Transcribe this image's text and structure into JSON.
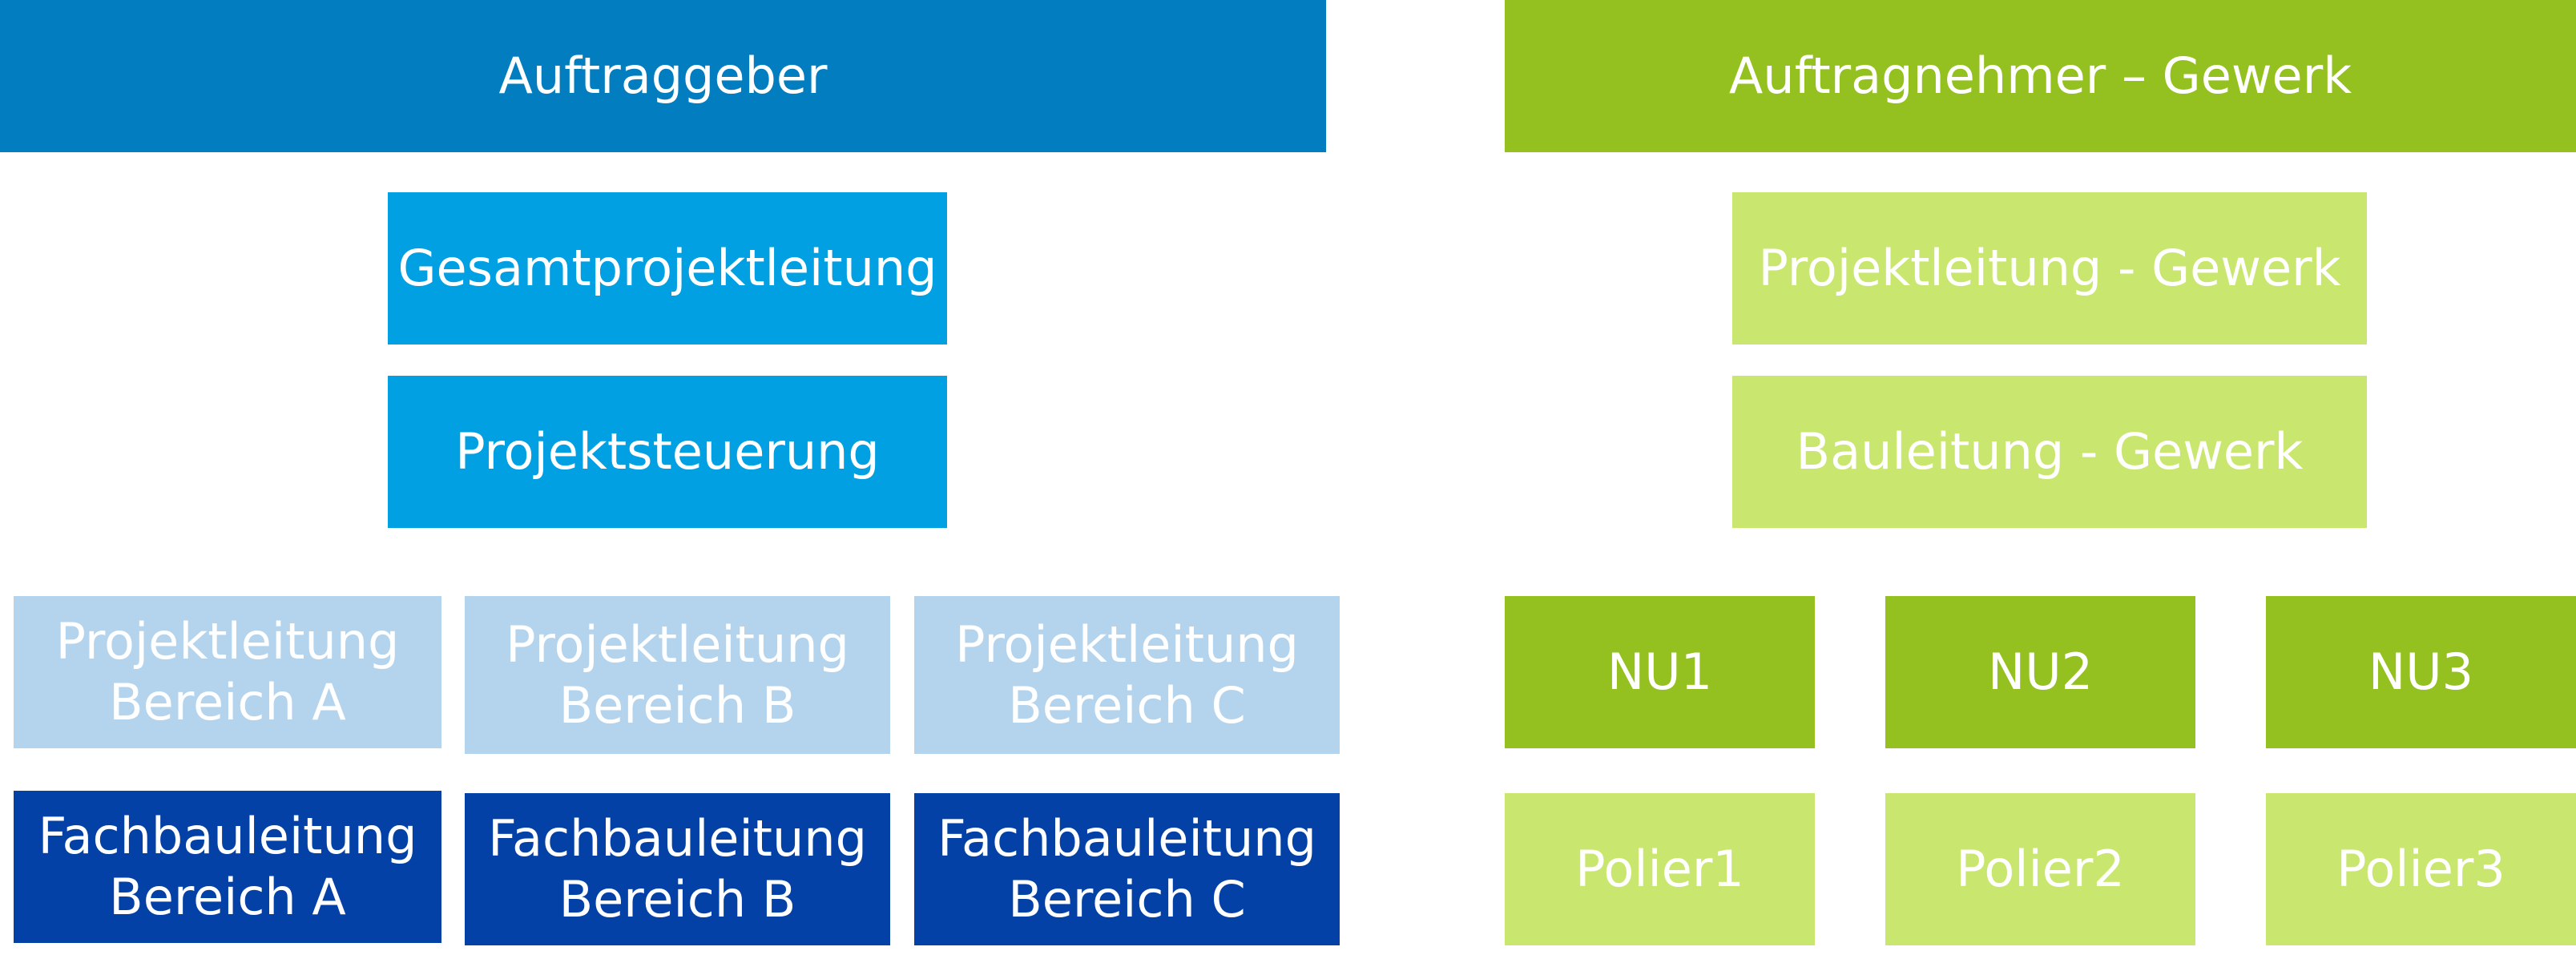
{
  "left": {
    "header": "Auftraggeber",
    "level1": "Gesamtprojektleitung",
    "level2": "Projektsteuerung",
    "projektleitung": [
      {
        "line1": "Projektleitung",
        "line2": "Bereich A"
      },
      {
        "line1": "Projektleitung",
        "line2": "Bereich B"
      },
      {
        "line1": "Projektleitung",
        "line2": "Bereich C"
      }
    ],
    "fachbauleitung": [
      {
        "line1": "Fachbauleitung",
        "line2": "Bereich A"
      },
      {
        "line1": "Fachbauleitung",
        "line2": "Bereich B"
      },
      {
        "line1": "Fachbauleitung",
        "line2": "Bereich C"
      }
    ]
  },
  "right": {
    "header": "Auftragnehmer – Gewerk",
    "level1": "Projektleitung - Gewerk",
    "level2": "Bauleitung - Gewerk",
    "nu": [
      "NU1",
      "NU2",
      "NU3"
    ],
    "polier": [
      "Polier1",
      "Polier2",
      "Polier3"
    ]
  },
  "colors": {
    "auftraggeber": "#017dc0",
    "leitung_blue": "#00a0e3",
    "projektleitung_light_blue": "#b4d4ee",
    "fachbauleitung_navy": "#0341a6",
    "auftragnehmer_green": "#94c11f",
    "gewerk_light_green": "#c9e66e"
  }
}
